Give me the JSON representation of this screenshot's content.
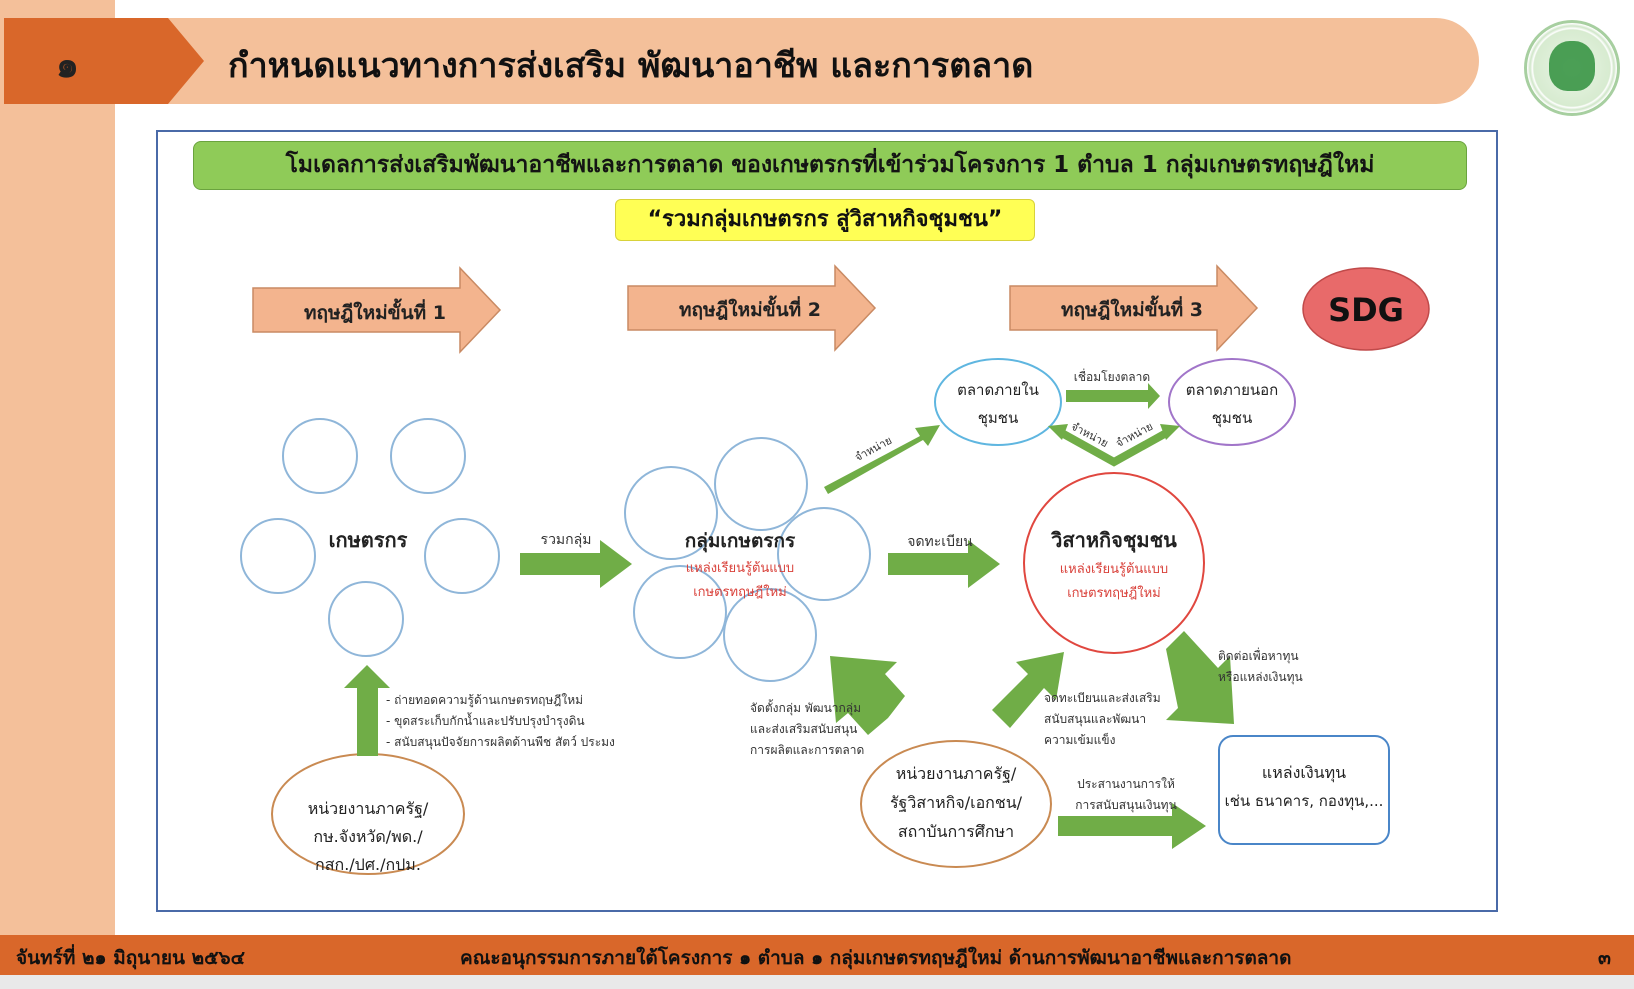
{
  "header": {
    "number": "๑",
    "title": "กำหนดแนวทางการส่งเสริม พัฒนาอาชีพ และการตลาด"
  },
  "diagram": {
    "model_title": "โมเดลการส่งเสริมพัฒนาอาชีพและการตลาด ของเกษตรกรที่เข้าร่วมโครงการ 1 ตำบล 1 กลุ่มเกษตรทฤษฎีใหม่",
    "slogan": "“รวมกลุ่มเกษตรกร สู่วิสาหกิจชุมชน”",
    "stages": [
      "ทฤษฎีใหม่ขั้นที่ 1",
      "ทฤษฎีใหม่ขั้นที่ 2",
      "ทฤษฎีใหม่ขั้นที่ 3"
    ],
    "sdg": "SDG",
    "farmers": "เกษตรกร",
    "group_label": "รวมกลุ่ม",
    "farmer_group": {
      "title": "กลุ่มเกษตรกร",
      "sub1": "แหล่งเรียนรู้ต้นแบบ",
      "sub2": "เกษตรทฤษฎีใหม่"
    },
    "register_label": "จดทะเบียน",
    "enterprise": {
      "title": "วิสาหกิจชุมชน",
      "sub1": "แหล่งเรียนรู้ต้นแบบ",
      "sub2": "เกษตรทฤษฎีใหม่"
    },
    "market_in": {
      "line1": "ตลาดภายใน",
      "line2": "ชุมชน"
    },
    "market_out": {
      "line1": "ตลาดภายนอก",
      "line2": "ชุมชน"
    },
    "link_market": "เชื่อมโยงตลาด",
    "sell": "จำหน่าย",
    "gov_left": {
      "line1": "หน่วยงานภาครัฐ/",
      "line2": "กษ.จังหวัด/พด./",
      "line3": "กสก./ปศ./กปม."
    },
    "support_left": [
      "- ถ่ายทอดความรู้ด้านเกษตรทฤษฎีใหม่",
      "- ขุดสระเก็บกักน้ำและปรับปรุงบำรุงดิน",
      "- สนับสนุนปัจจัยการผลิตด้านพืช สัตว์ ประมง"
    ],
    "gov_center": {
      "line1": "หน่วยงานภาครัฐ/",
      "line2": "รัฐวิสาหกิจ/เอกชน/",
      "line3": "สถาบันการศึกษา"
    },
    "setup_group": [
      "จัดตั้งกลุ่ม พัฒนากลุ่ม",
      "และส่งเสริมสนับสนุน",
      "การผลิตและการตลาด"
    ],
    "register_support": [
      "จดทะเบียนและส่งเสริม",
      "สนับสนุนและพัฒนา",
      "ความเข้มแข็ง"
    ],
    "contact_fund": [
      "ติดต่อเพื่อหาทุน",
      "หรือแหล่งเงินทุน"
    ],
    "coordinate_fund": [
      "ประสานงานการให้",
      "การสนับสนุนเงินทุน"
    ],
    "fund_source": {
      "line1": "แหล่งเงินทุน",
      "line2": "เช่น ธนาคาร, กองทุน,..."
    }
  },
  "footer": {
    "date": "จันทร์ที่ ๒๑ มิถุนายน ๒๕๖๔",
    "committee": "คณะอนุกรรมการภายใต้โครงการ ๑ ตำบล ๑ กลุ่มเกษตรทฤษฎีใหม่ ด้านการพัฒนาอาชีพและการตลาด",
    "page": "๓"
  },
  "colors": {
    "orange": "#d9672a",
    "peach": "#f4c09a",
    "green": "#70ad47",
    "sdg": "#e86a6a"
  }
}
